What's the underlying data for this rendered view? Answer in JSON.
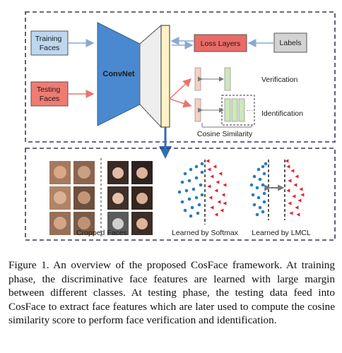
{
  "top_panel": {
    "training_faces_label": "Training\nFaces",
    "testing_faces_label": "Testing\nFaces",
    "convnet_label": "ConvNet",
    "loss_layers_label": "Loss Layers",
    "labels_label": "Labels",
    "verification_label": "Verification",
    "identification_label": "Identification",
    "cosine_similarity_label": "Cosine Similarity"
  },
  "bottom_panel": {
    "cropped_faces_label": "Cropped Faces",
    "softmax_label": "Learned by Softmax",
    "lmcl_label": "Learned by LMCL"
  },
  "colors": {
    "training_box": "#bcd7ef",
    "testing_box": "#f07b72",
    "convnet": "#4a89cf",
    "loss_box": "#ea6b66",
    "labels_box": "#d3d3d3",
    "feature_bar": "#fff3c4",
    "pink_feature": "#f6cfc0",
    "green_feature": "#cde8bb",
    "blue_dot": "#2b7bbf",
    "red_tri": "#e0242c",
    "arrow_blue": "#2f6db5",
    "arrow_red": "#e8766e"
  },
  "caption": "Figure 1. An overview of the proposed CosFace framework. At training phase, the discriminative face features are learned with large margin between different classes. At testing phase, the testing data feed into CosFace to extract face features which are later used to compute the cosine similarity score to perform face verification and identification."
}
